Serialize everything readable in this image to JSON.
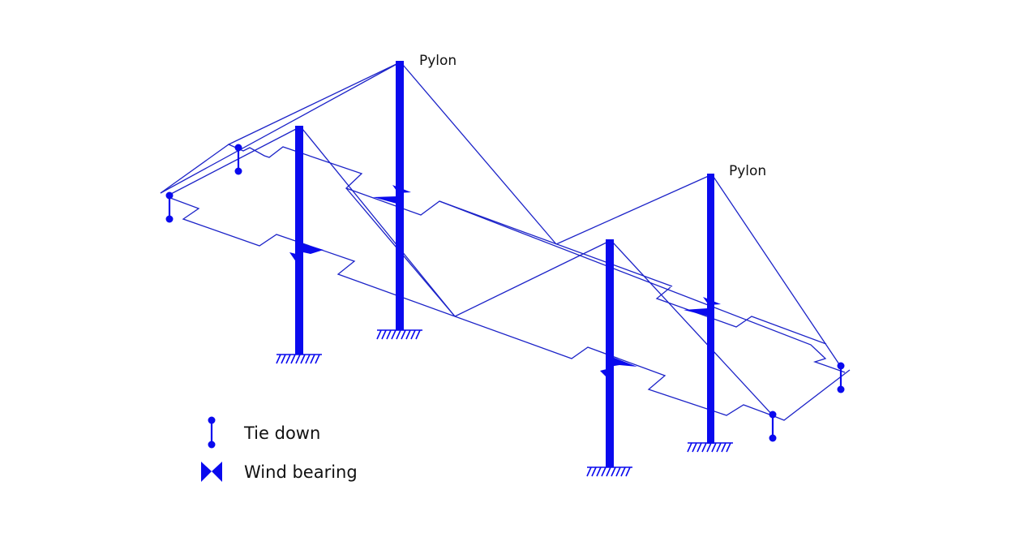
{
  "diagram": {
    "title": "Cable-stayed double deck structure with pylons",
    "color": "#0a0aee",
    "line_color": "#1c23c8",
    "pylon_labels": [
      "Pylon",
      "Pylon"
    ],
    "legend": [
      {
        "symbol": "tie-down",
        "label": "Tie down"
      },
      {
        "symbol": "wind-bearing",
        "label": "Wind bearing"
      }
    ]
  }
}
